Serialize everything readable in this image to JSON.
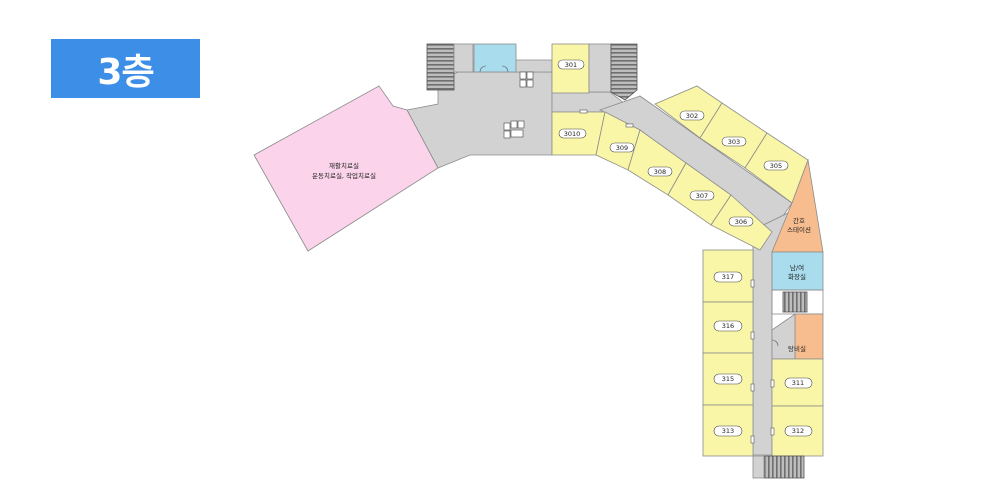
{
  "floor": {
    "label": "3층"
  },
  "colors": {
    "badge": "#3d8ee6",
    "corridor": "#d2d2d2",
    "patient_room": "#f9f6a8",
    "rehab": "#fbd3ea",
    "nurse_station": "#f8bd8f",
    "restroom": "#a9dcec",
    "stairs": "#9a9a9a"
  },
  "rooms": {
    "r301": "301",
    "r302": "302",
    "r303": "303",
    "r305": "305",
    "r306": "306",
    "r307": "307",
    "r308": "308",
    "r309": "309",
    "r3010": "3010",
    "r311": "311",
    "r312": "312",
    "r313": "313",
    "r315": "315",
    "r316": "316",
    "r317": "317"
  },
  "facilities": {
    "rehab_line1": "재활치료실",
    "rehab_line2": "운동치료실, 작업치료실",
    "nurse_line1": "간호",
    "nurse_line2": "스테이션",
    "restroom_line1": "남/여",
    "restroom_line2": "화장실",
    "pantry": "탕비실"
  }
}
